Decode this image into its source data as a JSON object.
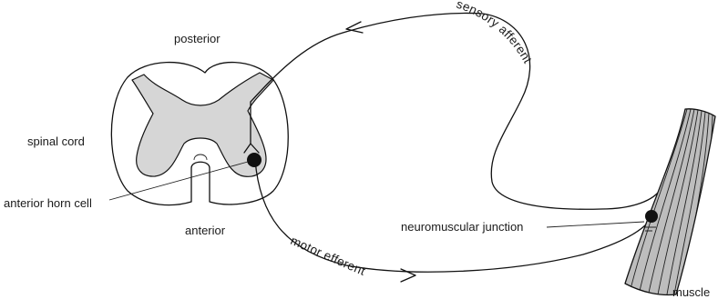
{
  "labels": {
    "posterior": "posterior",
    "spinal_cord": "spinal cord",
    "anterior_horn_cell": "anterior horn cell",
    "anterior": "anterior",
    "neuromuscular_junction": "neuromuscular junction",
    "muscle": "muscle",
    "sensory_afferent": "sensory afferent",
    "motor_efferent": "motor efferent"
  },
  "colors": {
    "grey_matter": "#d6d6d6",
    "outline": "#111111"
  }
}
